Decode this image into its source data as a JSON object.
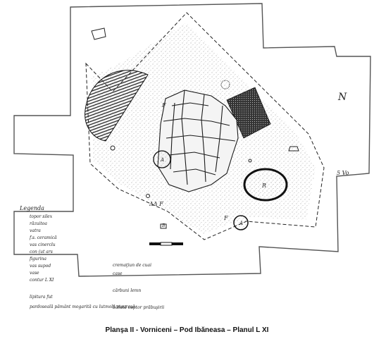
{
  "figure": {
    "caption": "Planşa II - Vorniceni – Pod Ibăneasa – Planul L XI",
    "north_mark": "N",
    "scale_text": "5 Vo",
    "labels": {
      "f1": "F",
      "f2": "F",
      "a1": "A",
      "a2": "A",
      "r": "R",
      "b": "B",
      "hearth": "ΔΔ F"
    }
  },
  "legend": {
    "title": "Legenda",
    "items": [
      "topor silex",
      "răzuitoa",
      "vatra",
      "f.s. ceramică",
      "vas cinerclu",
      "con (ut ars",
      "figurina",
      "vas supod",
      "vase",
      "contur L XI",
      "lipitura fut",
      "pardoseală pământ\nmogarită cu lutmolă\nstaurasă"
    ],
    "right_items": [
      "cremaţiun de cuai",
      "case",
      "cărbuni lemn",
      "bătută cuptor prăbuşirii"
    ]
  }
}
